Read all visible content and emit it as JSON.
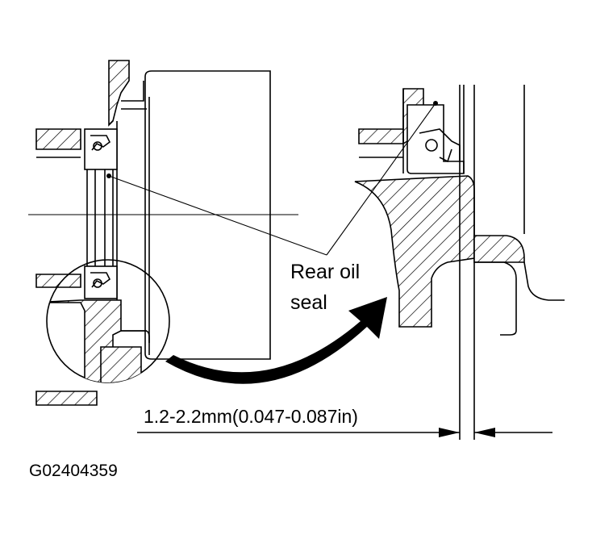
{
  "callout": {
    "line1": "Rear oil",
    "line2": "seal"
  },
  "dimension": {
    "text": "1.2-2.2mm(0.047-0.087in)"
  },
  "figure_id": "G02404359"
}
